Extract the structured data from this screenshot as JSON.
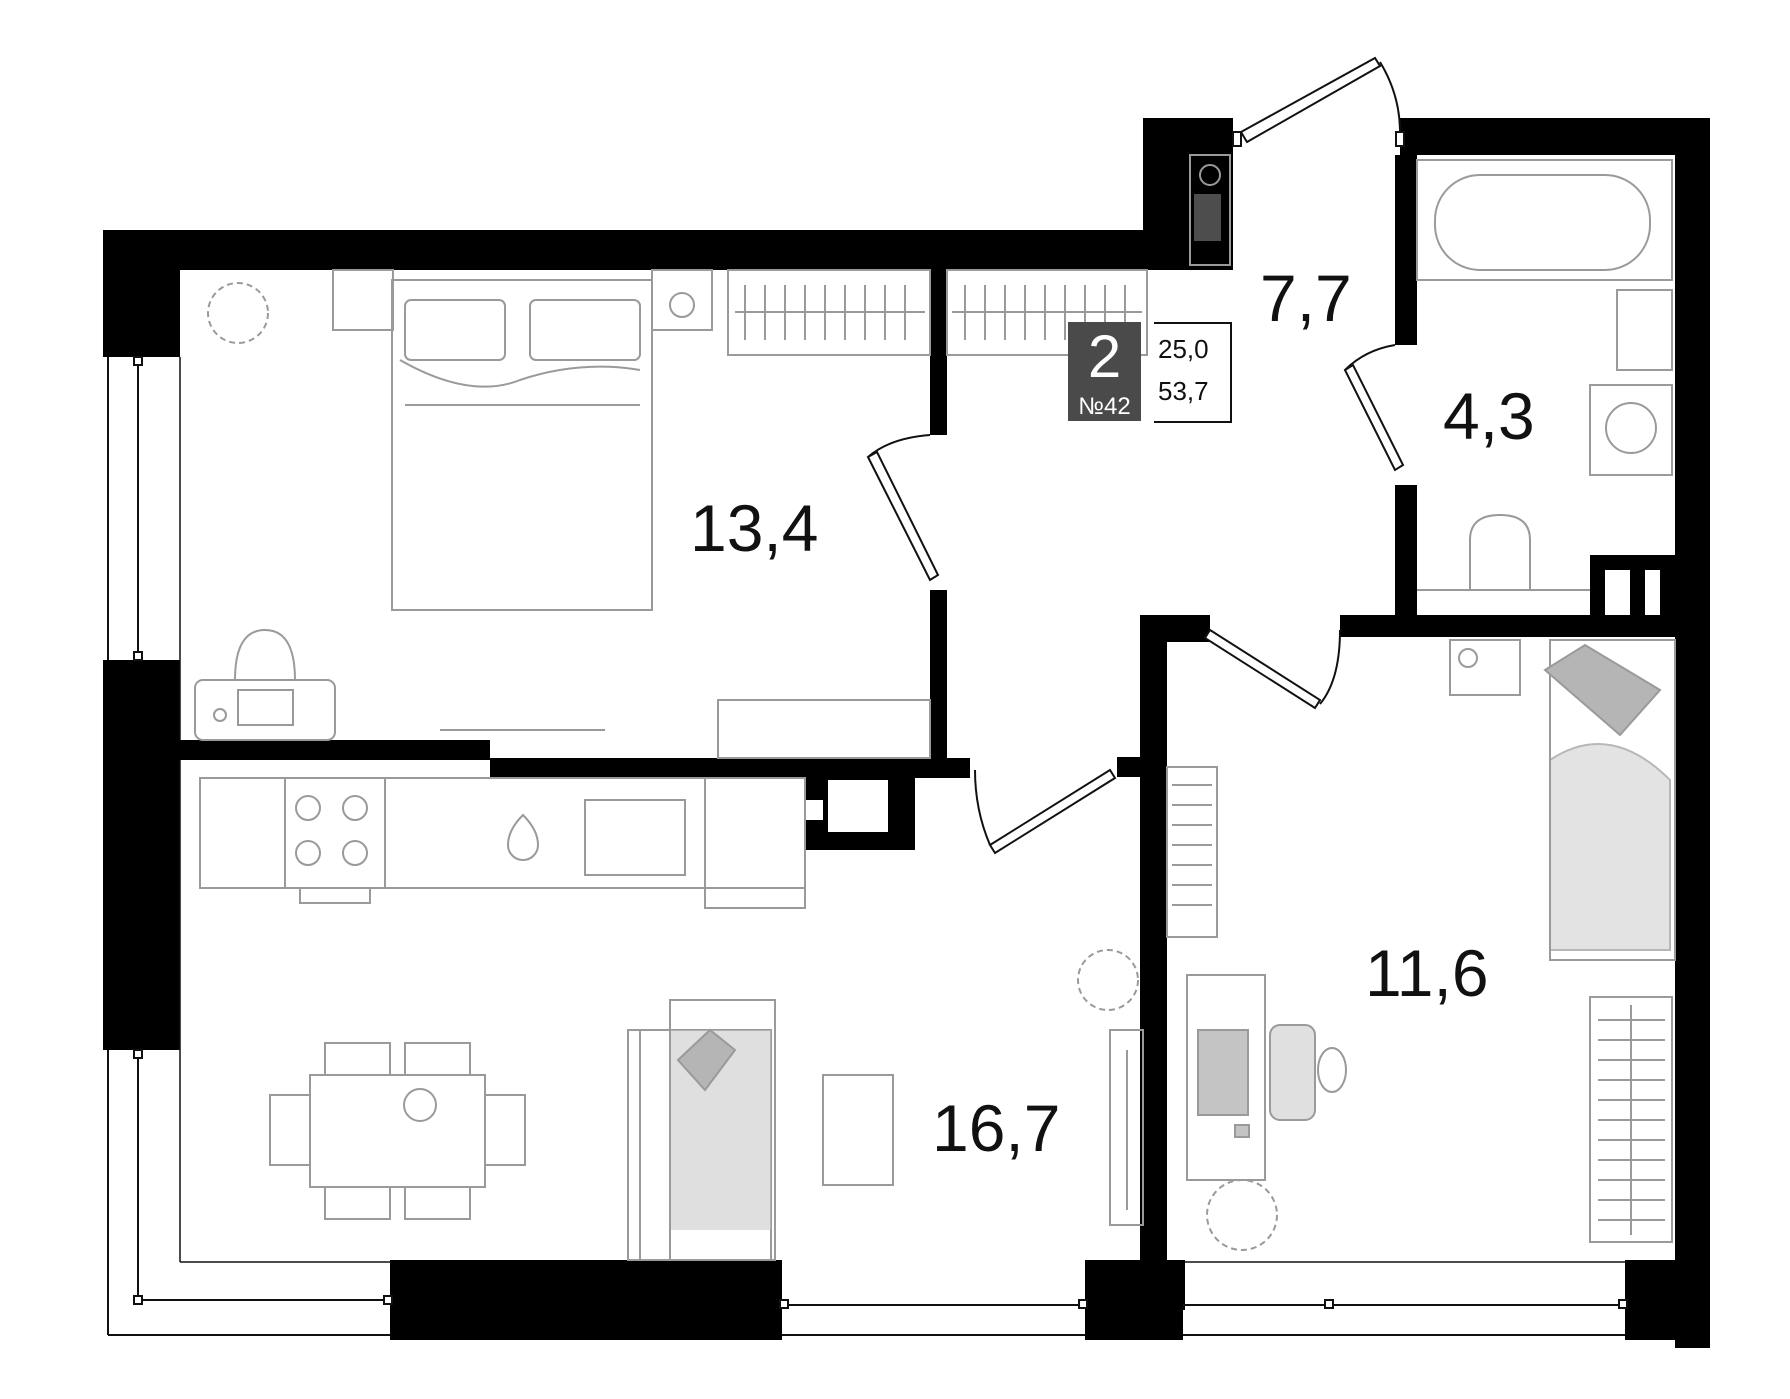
{
  "apartment": {
    "rooms_count": "2",
    "number": "№42",
    "living_area": "25,0",
    "total_area": "53,7"
  },
  "rooms": {
    "bedroom_area": "13,4",
    "hallway_area": "7,7",
    "bathroom_area": "4,3",
    "living_kitchen_area": "16,7",
    "second_bedroom_area": "11,6"
  },
  "colors": {
    "wall": "#000000",
    "furniture_line": "#9a9a9a",
    "furniture_fill": "#c4c4c4",
    "badge": "#4a4a4a"
  }
}
